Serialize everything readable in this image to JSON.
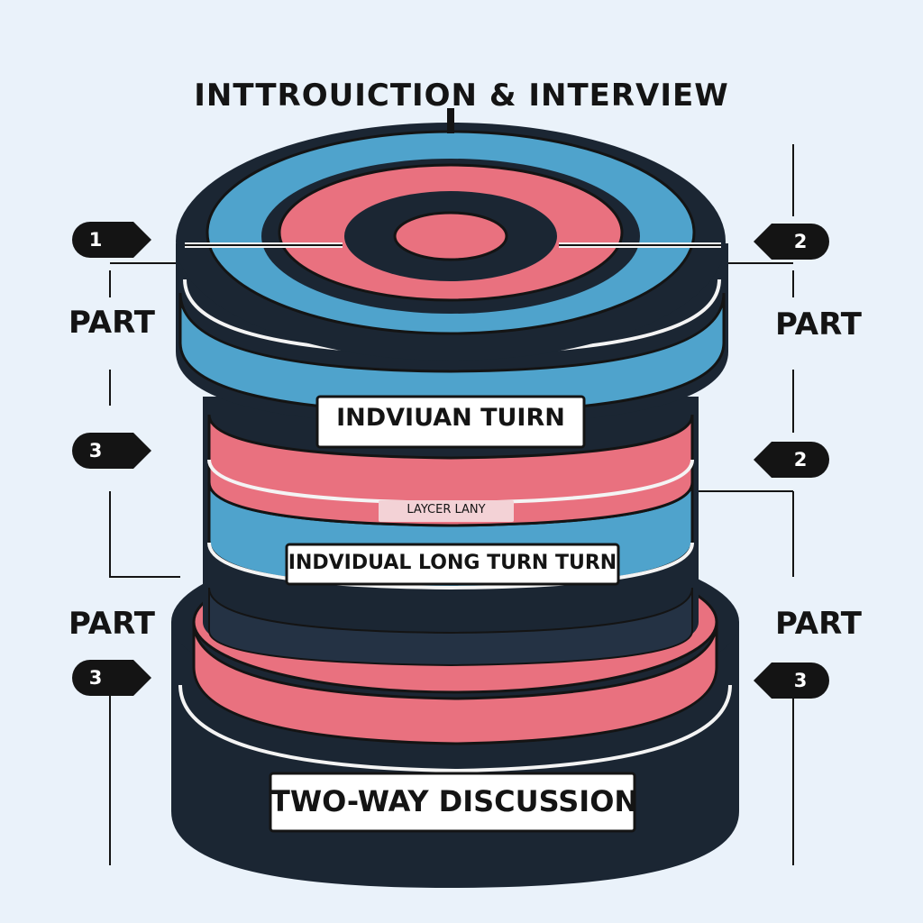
{
  "title": "INTTROUICTION & INTERVIEW",
  "layers": {
    "upper_band_label": "INDVIUAN TUIRN",
    "thin_band_label": "LAYCER LANY",
    "middle_band_label": "INDVIDUAL LONG TURN TURN",
    "base_label": "TWO-WAY DISCUSSION"
  },
  "callouts": {
    "left": [
      {
        "number": "1",
        "part": "PART"
      },
      {
        "number": "3",
        "part": ""
      },
      {
        "number": "3",
        "part": "PART"
      }
    ],
    "right": [
      {
        "number": "2",
        "part": "PART"
      },
      {
        "number": "2",
        "part": ""
      },
      {
        "number": "3",
        "part": "PART"
      }
    ]
  },
  "colors": {
    "background": "#eaf2fa",
    "blue": "#4fa3cc",
    "pink": "#e9717f",
    "dark": "#1b2633",
    "ink": "#141414"
  }
}
